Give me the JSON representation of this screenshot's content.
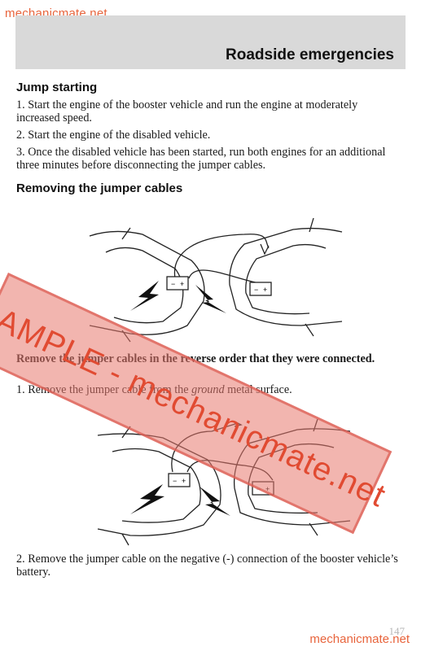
{
  "watermark": {
    "top": "mechanicmate.net",
    "bottom": "mechanicmate.net",
    "stamp": "SAMPLE - mechanicmate.net"
  },
  "header": {
    "title": "Roadside emergencies"
  },
  "jump": {
    "heading": "Jump starting",
    "steps": [
      "1. Start the engine of the booster vehicle and run the engine at moderately increased speed.",
      "2. Start the engine of the disabled vehicle.",
      "3. Once the disabled vehicle has been started, run both engines for an additional three minutes before disconnecting the jumper cables."
    ]
  },
  "removing": {
    "heading": "Removing the jumper cables",
    "intro": "Remove the jumper cables in the reverse order that they were connected.",
    "step1_pre": "1. Remove the jumper cable from the ",
    "step1_em": "ground",
    "step1_post": " metal surface.",
    "step2": "2. Remove the jumper cable on the negative (-) connection of the booster vehicle’s battery."
  },
  "battery_labels": {
    "minus": "−",
    "plus": "+"
  },
  "page_number": "147"
}
